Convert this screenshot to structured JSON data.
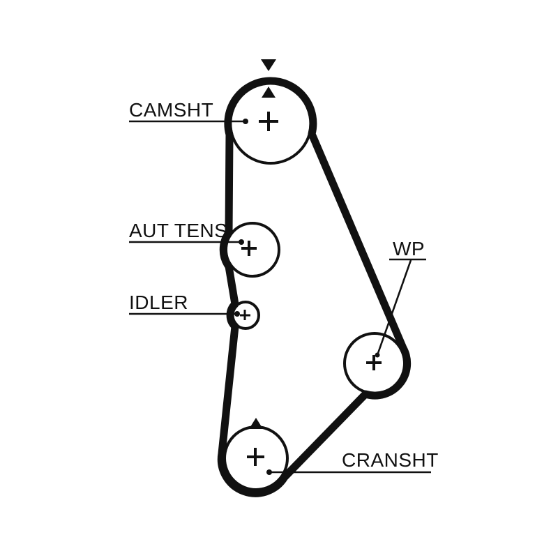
{
  "colors": {
    "ink": "#111111",
    "background": "#ffffff"
  },
  "labels": {
    "camshaft": "CAMSHT",
    "tensioner": "AUT TENS",
    "idler": "IDLER",
    "water_pump": "WP",
    "crankshaft": "CRANSHT"
  }
}
